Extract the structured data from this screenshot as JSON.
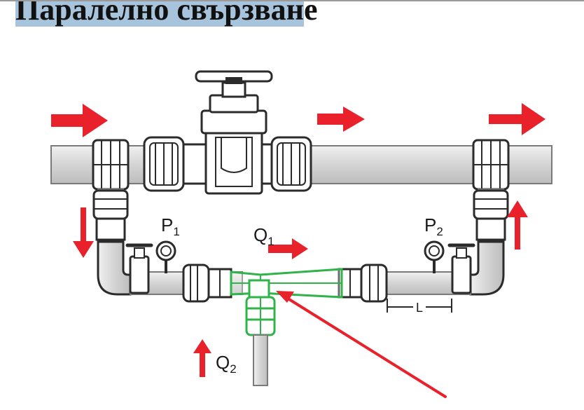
{
  "title": "Паралелно свързване",
  "labels": {
    "p1": "P",
    "p1_sub": "1",
    "p2": "P",
    "p2_sub": "2",
    "q1": "Q",
    "q1_sub": "1",
    "q2": "Q",
    "q2_sub": "2",
    "length": "L"
  },
  "colors": {
    "arrow": "#e8212b",
    "pipe": "#d9d9d9",
    "fitting": "#2b2b2b",
    "highlight": "#2fb34a",
    "title_highlight": "#a8c4dc"
  }
}
